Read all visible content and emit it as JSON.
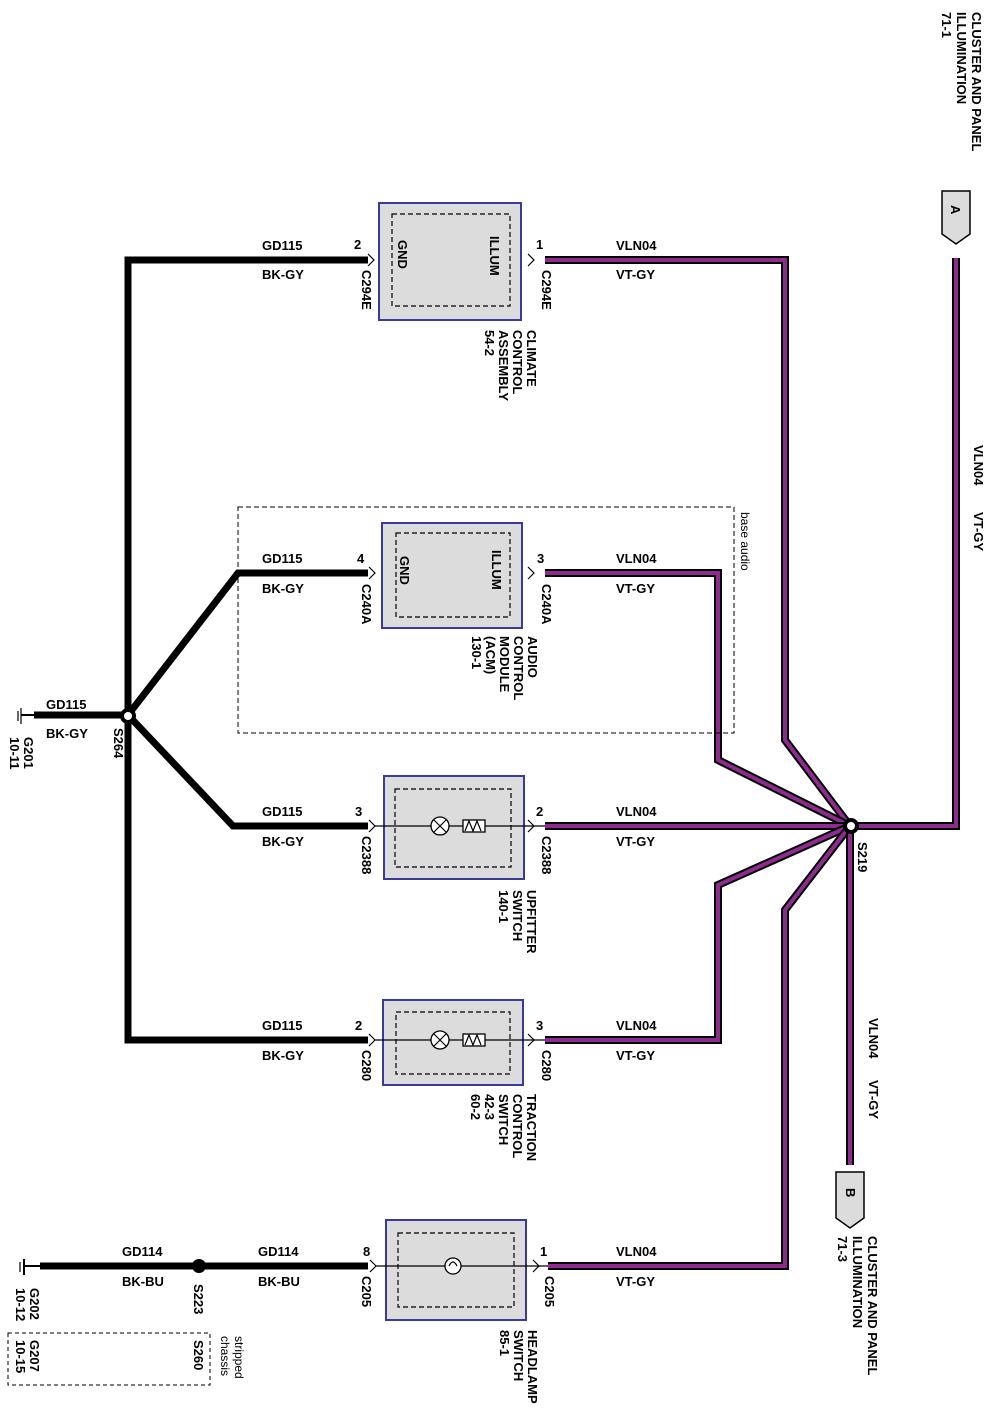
{
  "conn_a": {
    "letter": "A",
    "title_line1": "CLUSTER AND PANEL",
    "title_line2": "ILLUMINATION",
    "ref": "71-1",
    "wire_label": "VLN04",
    "wire_color": "VT-GY"
  },
  "conn_b": {
    "letter": "B",
    "title_line1": "CLUSTER AND PANEL",
    "title_line2": "ILLUMINATION",
    "ref": "71-3",
    "wire_label": "VLN04",
    "wire_color": "VT-GY"
  },
  "splices": {
    "s219": "S219",
    "s264": "S264",
    "s223": "S223",
    "s260": "S260"
  },
  "grounds": {
    "g201": {
      "name": "G201",
      "ref": "10-11",
      "wire": "GD115",
      "color": "BK-GY"
    },
    "g202": {
      "name": "G202",
      "ref": "10-12"
    },
    "g207": {
      "name": "G207",
      "ref": "10-15"
    },
    "stripped_line1": "stripped",
    "stripped_line2": "chassis"
  },
  "base_audio": "base audio",
  "components": {
    "climate": {
      "line1": "CLIMATE",
      "line2": "CONTROL",
      "line3": "ASSEMBLY",
      "line4": "54-2",
      "gnd_pin_label": "GND",
      "illum_pin_label": "ILLUM",
      "gnd_pin": "2",
      "illum_pin": "1",
      "gnd_connector": "C294E",
      "illum_connector": "C294E",
      "gnd_wire": "GD115",
      "gnd_color": "BK-GY",
      "illum_wire": "VLN04",
      "illum_color": "VT-GY"
    },
    "audio": {
      "line1": "AUDIO",
      "line2": "CONTROL",
      "line3": "MODULE",
      "line4": "(ACM)",
      "line5": "130-1",
      "gnd_pin_label": "GND",
      "illum_pin_label": "ILLUM",
      "gnd_pin": "4",
      "illum_pin": "3",
      "gnd_connector": "C240A",
      "illum_connector": "C240A",
      "gnd_wire": "GD115",
      "gnd_color": "BK-GY",
      "illum_wire": "VLN04",
      "illum_color": "VT-GY"
    },
    "upfitter": {
      "line1": "UPFITTER",
      "line2": "SWITCH",
      "line3": "140-1",
      "gnd_pin": "3",
      "illum_pin": "2",
      "gnd_connector": "C2388",
      "illum_connector": "C2388",
      "gnd_wire": "GD115",
      "gnd_color": "BK-GY",
      "illum_wire": "VLN04",
      "illum_color": "VT-GY"
    },
    "traction": {
      "line1": "TRACTION",
      "line2": "CONTROL",
      "line3": "SWITCH",
      "line4": "42-3",
      "line5": "60-2",
      "gnd_pin": "2",
      "illum_pin": "3",
      "gnd_connector": "C280",
      "illum_connector": "C280",
      "gnd_wire": "GD115",
      "gnd_color": "BK-GY",
      "illum_wire": "VLN04",
      "illum_color": "VT-GY"
    },
    "headlamp": {
      "line1": "HEADLAMP",
      "line2": "SWITCH",
      "line3": "85-1",
      "gnd_pin": "8",
      "illum_pin": "1",
      "gnd_connector": "C205",
      "illum_connector": "C205",
      "gnd_wire": "GD114",
      "gnd_color": "BK-BU",
      "gnd_wire2": "GD114",
      "gnd_color2": "BK-BU",
      "illum_wire": "VLN04",
      "illum_color": "VT-GY"
    }
  }
}
